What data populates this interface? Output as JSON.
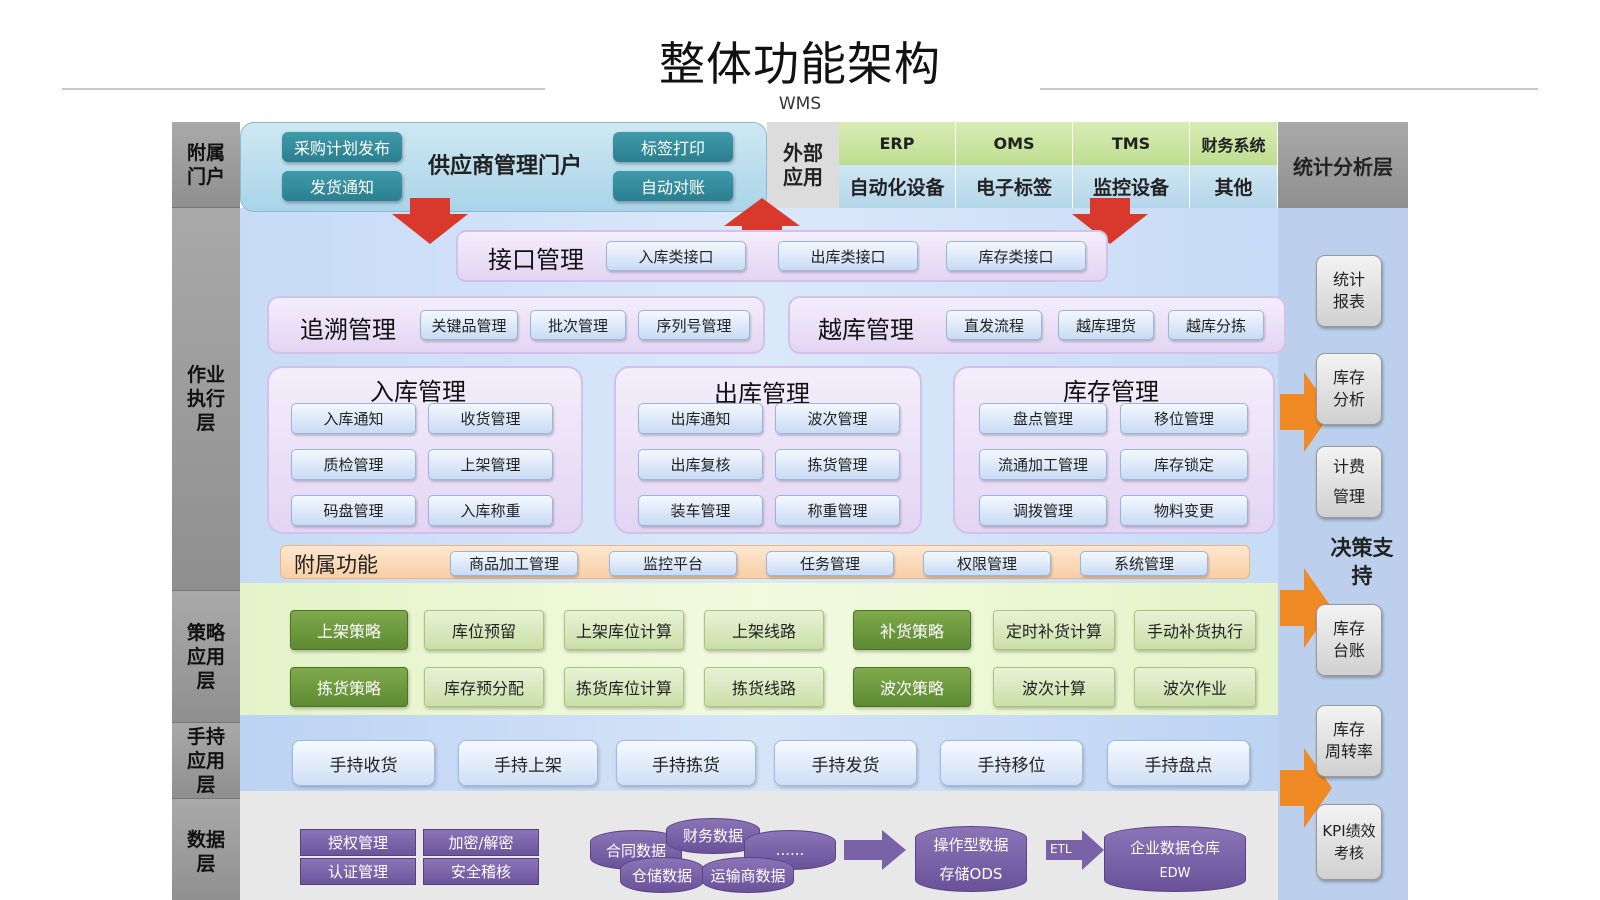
{
  "title": "整体功能架构",
  "wms": "WMS",
  "left_layers": {
    "portal": "附属\n门户",
    "exec": "作业\n执行\n层",
    "strategy": "策略\n应用\n层",
    "handheld": "手持\n应用\n层",
    "data": "数据\n层"
  },
  "portal": {
    "title": "供应商管理门户",
    "buttons": [
      "采购计划发布",
      "发货通知",
      "标签打印",
      "自动对账"
    ]
  },
  "external": {
    "label": "外部\n应用",
    "row1": [
      "ERP",
      "OMS",
      "TMS",
      "财务系统"
    ],
    "row2": [
      "自动化设备",
      "电子标签",
      "监控设备",
      "其他"
    ]
  },
  "stats_layer": "统计分析层",
  "interface": {
    "title": "接口管理",
    "items": [
      "入库类接口",
      "出库类接口",
      "库存类接口"
    ]
  },
  "trace": {
    "title": "追溯管理",
    "items": [
      "关键品管理",
      "批次管理",
      "序列号管理"
    ]
  },
  "crossdock": {
    "title": "越库管理",
    "items": [
      "直发流程",
      "越库理货",
      "越库分拣"
    ]
  },
  "inbound": {
    "title": "入库管理",
    "items": [
      "入库通知",
      "收货管理",
      "质检管理",
      "上架管理",
      "码盘管理",
      "入库称重"
    ]
  },
  "outbound": {
    "title": "出库管理",
    "items": [
      "出库通知",
      "波次管理",
      "出库复核",
      "拣货管理",
      "装车管理",
      "称重管理"
    ]
  },
  "inventory": {
    "title": "库存管理",
    "items": [
      "盘点管理",
      "移位管理",
      "流通加工管理",
      "库存锁定",
      "调拨管理",
      "物料变更"
    ]
  },
  "auxiliary": {
    "title": "附属功能",
    "items": [
      "商品加工管理",
      "监控平台",
      "任务管理",
      "权限管理",
      "系统管理"
    ]
  },
  "strategy": {
    "row1": [
      "上架策略",
      "库位预留",
      "上架库位计算",
      "上架线路",
      "补货策略",
      "定时补货计算",
      "手动补货执行"
    ],
    "row2": [
      "拣货策略",
      "库存预分配",
      "拣货库位计算",
      "拣货线路",
      "波次策略",
      "波次计算",
      "波次作业"
    ]
  },
  "handheld": [
    "手持收货",
    "手持上架",
    "手持拣货",
    "手持发货",
    "手持移位",
    "手持盘点"
  ],
  "data_layer": {
    "security": [
      "授权管理",
      "加密/解密",
      "认证管理",
      "安全稽核"
    ],
    "sources": [
      "合同数据",
      "财务数据",
      "......",
      "仓储数据",
      "运输商数据"
    ],
    "ods": [
      "操作型数据",
      "存储ODS"
    ],
    "etl": "ETL",
    "edw": [
      "企业数据仓库",
      "EDW"
    ]
  },
  "decision": {
    "label": "决策支\n持",
    "items": [
      "统计\n报表",
      "库存\n分析",
      "计费\n管理",
      "库存\n台账",
      "库存\n周转率",
      "KPI绩效\n考核"
    ]
  },
  "colors": {
    "arrow_red": "#d9382c",
    "arrow_orange": "#f08a24",
    "strategy_dark": "#6a9a3c",
    "data_purple": "#7a62a8"
  }
}
